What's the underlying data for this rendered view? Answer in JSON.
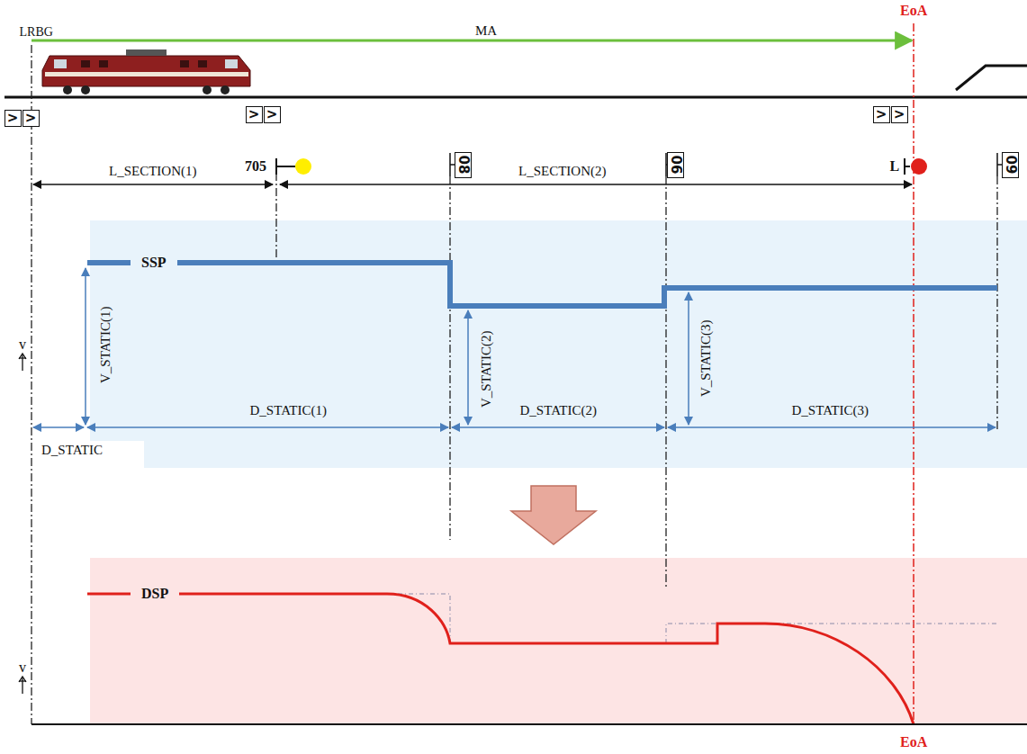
{
  "diagram": {
    "nodes": [
      {
        "text": [
          ">"
        ]
      },
      {
        "text": [
          ">"
        ]
      },
      {
        "text": [
          ">"
        ]
      },
      {
        "text": [
          ">"
        ]
      },
      {
        "text": [
          ">"
        ]
      },
      {
        "text": [
          ">"
        ]
      },
      {
        "text": [
          "08"
        ]
      },
      {
        "text": [
          "06"
        ]
      },
      {
        "text": [
          "09"
        ]
      }
    ],
    "labels": [
      "EoA",
      "LRBG",
      "MA",
      "705",
      "L",
      "L_SECTION(1)",
      "L_SECTION(2)",
      "SSP",
      "v",
      "V_STATIC(1)",
      "D_STATIC(1)",
      "V_STATIC(2)",
      "D_STATIC(2)",
      "V_STATIC(3)",
      "D_STATIC(3)",
      "D_STATIC",
      "DSP",
      "v",
      "EoA"
    ]
  }
}
